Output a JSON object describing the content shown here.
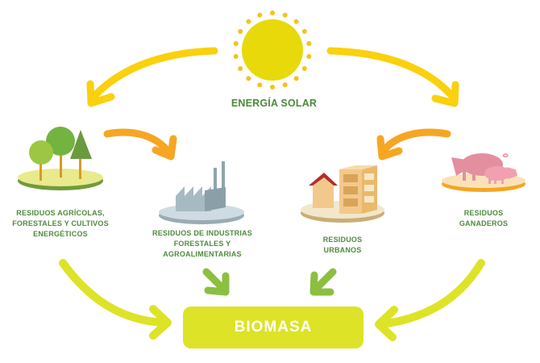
{
  "diagram": {
    "title": "Ciclo de la biomasa",
    "source": {
      "label": "ENERGÍA SOLAR",
      "icon": "sun-icon"
    },
    "sources_of_waste": [
      {
        "id": "agricolas",
        "lines": [
          "RESIDUOS AGRÍCOLAS,",
          "FORESTALES Y CULTIVOS",
          "ENERGÉTICOS"
        ],
        "icon": "trees-icon"
      },
      {
        "id": "industrias",
        "lines": [
          "RESIDUOS DE INDUSTRIAS",
          "FORESTALES Y",
          "AGROALIMENTARIAS"
        ],
        "icon": "factory-icon"
      },
      {
        "id": "urbanos",
        "lines": [
          "RESIDUOS",
          "URBANOS"
        ],
        "icon": "buildings-icon"
      },
      {
        "id": "ganaderos",
        "lines": [
          "RESIDUOS",
          "GANADEROS"
        ],
        "icon": "pigs-icon"
      }
    ],
    "target": {
      "label": "BIOMASA"
    },
    "edges": [
      {
        "from": "ENERGÍA SOLAR",
        "to": "RESIDUOS AGRÍCOLAS, FORESTALES Y CULTIVOS ENERGÉTICOS"
      },
      {
        "from": "ENERGÍA SOLAR",
        "to": "RESIDUOS GANADEROS"
      },
      {
        "from": "RESIDUOS AGRÍCOLAS, FORESTALES Y CULTIVOS ENERGÉTICOS",
        "to": "RESIDUOS DE INDUSTRIAS FORESTALES Y AGROALIMENTARIAS"
      },
      {
        "from": "RESIDUOS GANADEROS",
        "to": "RESIDUOS URBANOS"
      },
      {
        "from": "RESIDUOS AGRÍCOLAS, FORESTALES Y CULTIVOS ENERGÉTICOS",
        "to": "BIOMASA"
      },
      {
        "from": "RESIDUOS DE INDUSTRIAS FORESTALES Y AGROALIMENTARIAS",
        "to": "BIOMASA"
      },
      {
        "from": "RESIDUOS URBANOS",
        "to": "BIOMASA"
      },
      {
        "from": "RESIDUOS GANADEROS",
        "to": "BIOMASA"
      }
    ],
    "colors": {
      "sun": "#e8d90a",
      "sun_rays": "#f6c21a",
      "arrow_top": "#fbd00c",
      "arrow_mid": "#f6a623",
      "arrow_bottom": "#dde326",
      "arrow_small": "#8cbf3f",
      "label_green": "#4f8a3c",
      "biomasa_box": "#dde326"
    }
  }
}
